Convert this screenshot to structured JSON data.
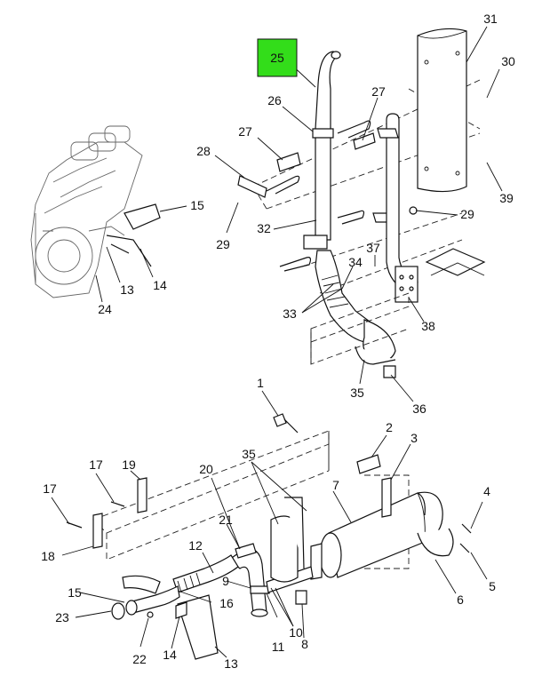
{
  "highlight": {
    "label": "25",
    "color": "#33dd1a"
  },
  "callouts": {
    "c1": "1",
    "c2": "2",
    "c3": "3",
    "c4": "4",
    "c5": "5",
    "c6": "6",
    "c7": "7",
    "c8": "8",
    "c9": "9",
    "c10": "10",
    "c11": "11",
    "c12": "12",
    "c13a": "13",
    "c13b": "13",
    "c14a": "14",
    "c14b": "14",
    "c15a": "15",
    "c15b": "15",
    "c16": "16",
    "c17a": "17",
    "c17b": "17",
    "c18": "18",
    "c19": "19",
    "c20": "20",
    "c21": "21",
    "c22": "22",
    "c23": "23",
    "c24": "24",
    "c26": "26",
    "c27a": "27",
    "c27b": "27",
    "c28": "28",
    "c29a": "29",
    "c29b": "29",
    "c30": "30",
    "c31": "31",
    "c32": "32",
    "c33": "33",
    "c34": "34",
    "c35a": "35",
    "c35b": "35",
    "c36": "36",
    "c37": "37",
    "c38": "38",
    "c39": "39"
  }
}
